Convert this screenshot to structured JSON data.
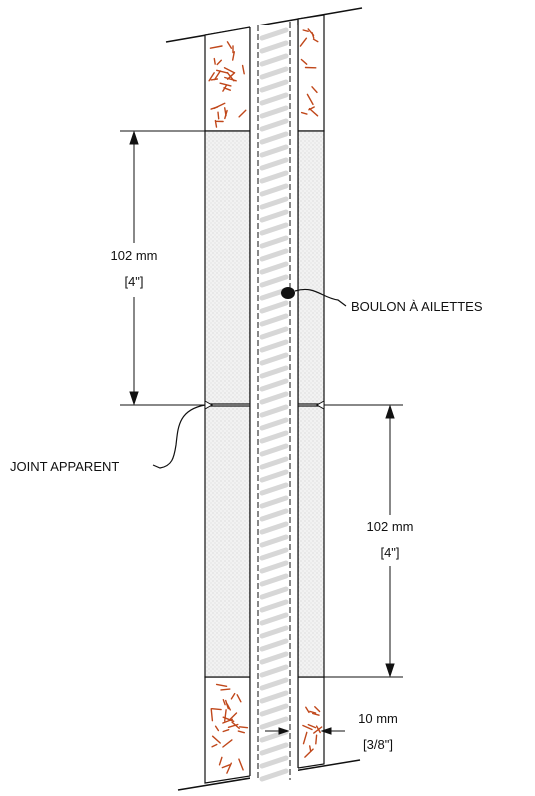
{
  "labels": {
    "top_dimension": {
      "value": "102 mm",
      "imperial": "[4\"]"
    },
    "bottom_dimension": {
      "value": "102 mm",
      "imperial": "[4\"]"
    },
    "gap_dimension": {
      "value": "10 mm",
      "imperial": "[3/8\"]"
    },
    "bolt_callout": "BOULON À AILETTES",
    "joint_callout": "JOINT APPARENT"
  },
  "colors": {
    "line": "#111111",
    "fiber": "#c0471a",
    "insulation": "#eeeeee",
    "rebar": "#d7d7d7"
  }
}
